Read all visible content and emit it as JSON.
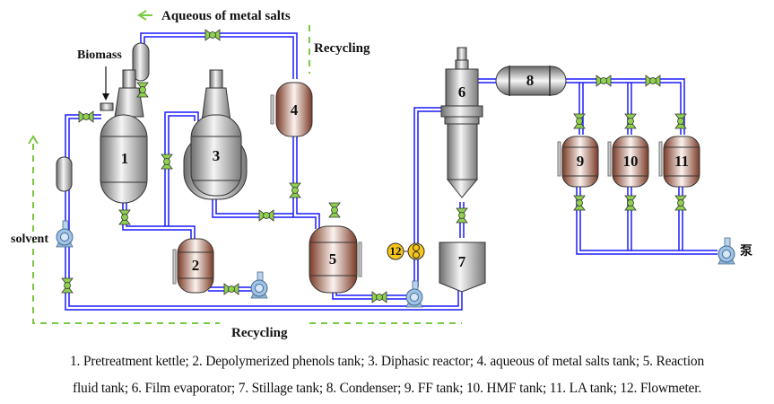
{
  "labels": {
    "aqueous": "Aqueous of metal salts",
    "recycling_top": "Recycling",
    "biomass": "Biomass",
    "solvent": "solvent",
    "recycling_bottom": "Recycling",
    "pump_cn": "泵"
  },
  "equipment": [
    {
      "id": "1",
      "name": "Pretreatment kettle"
    },
    {
      "id": "2",
      "name": "Depolymerized phenols tank"
    },
    {
      "id": "3",
      "name": "Diphasic reactor"
    },
    {
      "id": "4",
      "name": "aqueous of metal salts tank"
    },
    {
      "id": "5",
      "name": "Reaction fluid tank"
    },
    {
      "id": "6",
      "name": "Film evaporator"
    },
    {
      "id": "7",
      "name": "Stillage tank"
    },
    {
      "id": "8",
      "name": "Condenser"
    },
    {
      "id": "9",
      "name": "FF tank"
    },
    {
      "id": "10",
      "name": "HMF tank"
    },
    {
      "id": "11",
      "name": "LA tank"
    },
    {
      "id": "12",
      "name": "Flowmeter"
    }
  ],
  "caption": {
    "line1": "1. Pretreatment kettle; 2. Depolymerized phenols tank; 3. Diphasic reactor; 4. aqueous of metal salts tank; 5. Reaction",
    "line2": "fluid tank; 6. Film evaporator; 7. Stillage tank; 8. Condenser; 9. FF tank; 10. HMF tank; 11. LA tank; 12. Flowmeter."
  },
  "colors": {
    "pipe": "#1a1aff",
    "valve": "#8fd14f",
    "recycle_arrow": "#7ac943",
    "copper_tank": "#8a4a35",
    "steel": "#9a9a9a",
    "pump": "#8fb8e0",
    "flowmeter": "#f5c518"
  }
}
